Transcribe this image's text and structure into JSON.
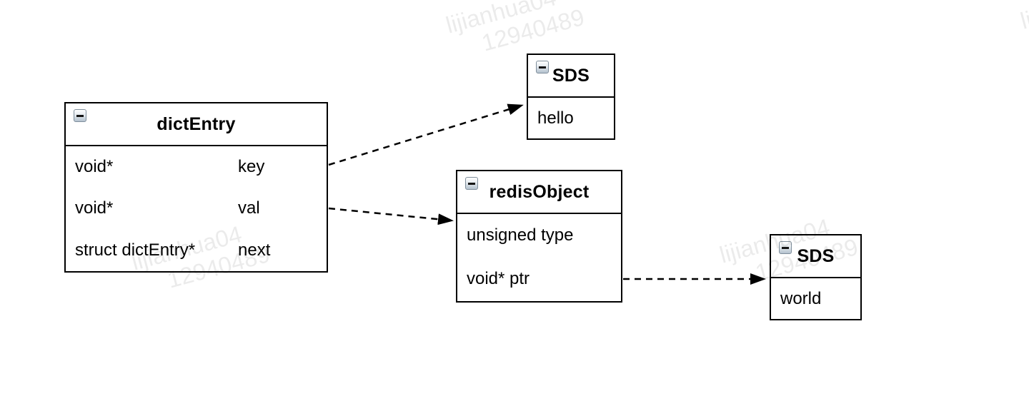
{
  "canvas": {
    "background": "#ffffff"
  },
  "watermark": {
    "line1": "lijianhua04",
    "line2": "12940489",
    "color": "#ececec"
  },
  "diagram": {
    "type": "class-diagram",
    "colors": {
      "line": "#000000",
      "box_background": "#ffffff",
      "collapse_icon_border": "#7f8e9b"
    },
    "boxes": [
      {
        "title": "dictEntry",
        "collapse_icon": "minus",
        "fields": [
          {
            "type": "void*",
            "name": "key"
          },
          {
            "type": "void*",
            "name": "val"
          },
          {
            "type": "struct dictEntry*",
            "name": "next"
          }
        ]
      },
      {
        "title": "SDS",
        "collapse_icon": "minus",
        "values": [
          "hello"
        ]
      },
      {
        "title": "redisObject",
        "collapse_icon": "minus",
        "values": [
          "unsigned type",
          "void* ptr"
        ]
      },
      {
        "title": "SDS",
        "collapse_icon": "minus",
        "values": [
          "world"
        ]
      }
    ],
    "connectors": [
      {
        "from": "dictEntry.key",
        "to": "SDS (hello)",
        "style": "dashed-arrow"
      },
      {
        "from": "dictEntry.val",
        "to": "redisObject",
        "style": "dashed-arrow"
      },
      {
        "from": "redisObject.ptr",
        "to": "SDS (world)",
        "style": "dashed-arrow"
      }
    ]
  }
}
